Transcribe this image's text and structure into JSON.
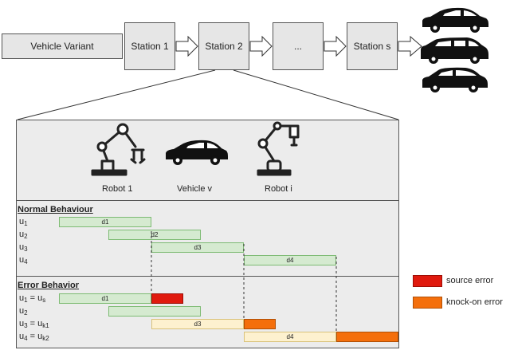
{
  "flow": {
    "variant": "Vehicle Variant",
    "stations": [
      "Station 1",
      "Station 2",
      "...",
      "Station s"
    ]
  },
  "panel": {
    "actors": [
      "Robot 1",
      "Vehicle v",
      "Robot i"
    ]
  },
  "normal": {
    "title": "Normal Behaviour",
    "rows": [
      {
        "var": "u",
        "idx": "1",
        "eq": "",
        "eq_idx": ""
      },
      {
        "var": "u",
        "idx": "2",
        "eq": "",
        "eq_idx": ""
      },
      {
        "var": "u",
        "idx": "3",
        "eq": "",
        "eq_idx": ""
      },
      {
        "var": "u",
        "idx": "4",
        "eq": "",
        "eq_idx": ""
      }
    ],
    "durations": [
      {
        "d": "d",
        "idx": "1"
      },
      {
        "d": "d",
        "idx": "2"
      },
      {
        "d": "d",
        "idx": "3"
      },
      {
        "d": "d",
        "idx": "4"
      }
    ]
  },
  "error": {
    "title": "Error Behavior",
    "rows": [
      {
        "var": "u",
        "idx": "1",
        "eq": " = u",
        "eq_idx": "s"
      },
      {
        "var": "u",
        "idx": "2",
        "eq": "",
        "eq_idx": ""
      },
      {
        "var": "u",
        "idx": "3",
        "eq": " = u",
        "eq_idx": "k1"
      },
      {
        "var": "u",
        "idx": "4",
        "eq": " = u",
        "eq_idx": "k2"
      }
    ],
    "durations": [
      {
        "d": "d",
        "idx": "1"
      },
      {
        "d": "d",
        "idx": "3"
      },
      {
        "d": "d",
        "idx": "4"
      }
    ]
  },
  "legend": {
    "source": "source error",
    "knock_on": "knock-on error"
  },
  "colors": {
    "normal_bar": "#d5ead0",
    "delayed_bar": "#fdf1cf",
    "source_error": "#e01a0e",
    "knock_on_error": "#f46f0c"
  }
}
